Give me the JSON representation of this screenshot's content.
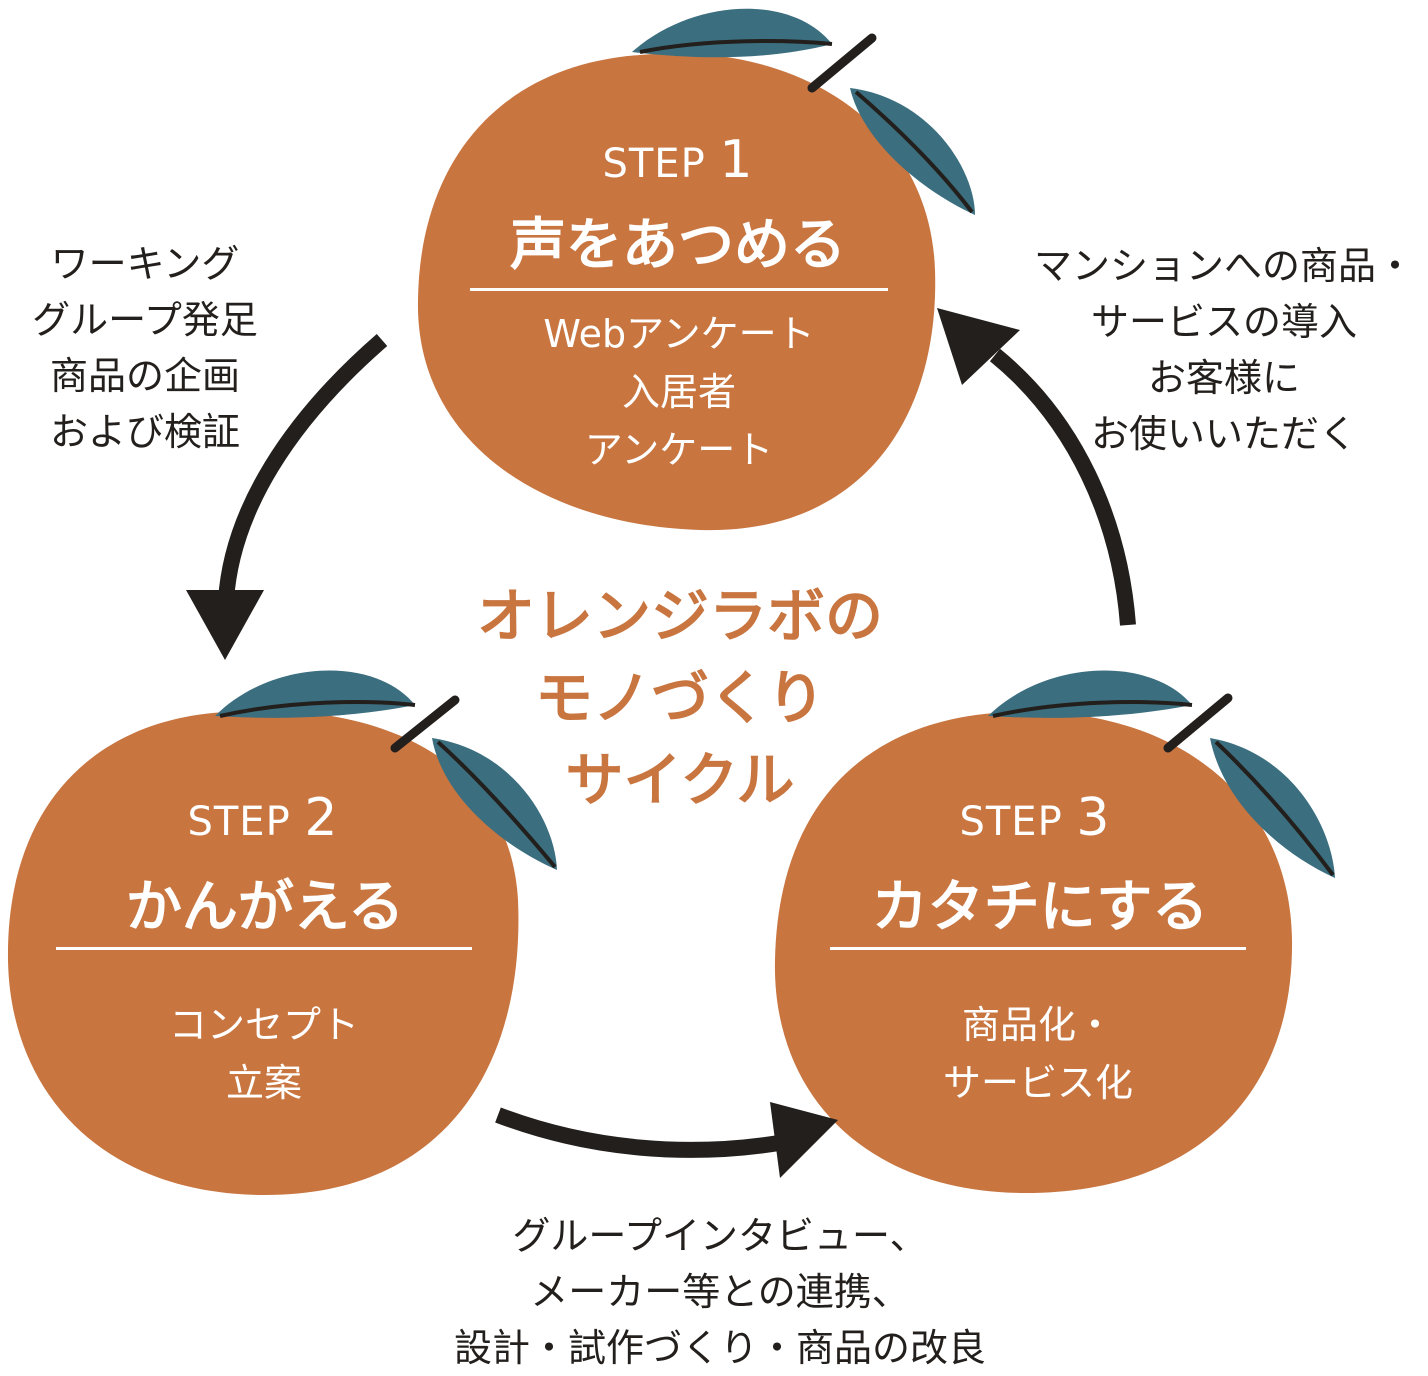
{
  "colors": {
    "orange": "#c87540",
    "leaf": "#3b6e7f",
    "ink": "#231f1c",
    "text_on_orange": "#ffffff",
    "center_title": "#c87540"
  },
  "icons": [
    "orange-fruit-icon",
    "leaf-icon",
    "stem-icon",
    "cycle-arrow-icon"
  ],
  "center_title": "オレンジラボの\nモノづくり\nサイクル",
  "steps": [
    {
      "step_word": "STEP",
      "number": "1",
      "title": "声をあつめる",
      "description": "Webアンケート\n入居者\nアンケート"
    },
    {
      "step_word": "STEP",
      "number": "2",
      "title": "かんがえる",
      "description": "コンセプト\n立案"
    },
    {
      "step_word": "STEP",
      "number": "3",
      "title": "カタチにする",
      "description": "商品化・\nサービス化"
    }
  ],
  "transitions": {
    "step1_to_step2": "ワーキング\nグループ発足\n商品の企画\nおよび検証",
    "step2_to_step3": "グループインタビュー、\nメーカー等との連携、\n設計・試作づくり・商品の改良",
    "step3_to_step1": "マンションへの商品・\nサービスの導入\nお客様に\nお使いいただく"
  }
}
